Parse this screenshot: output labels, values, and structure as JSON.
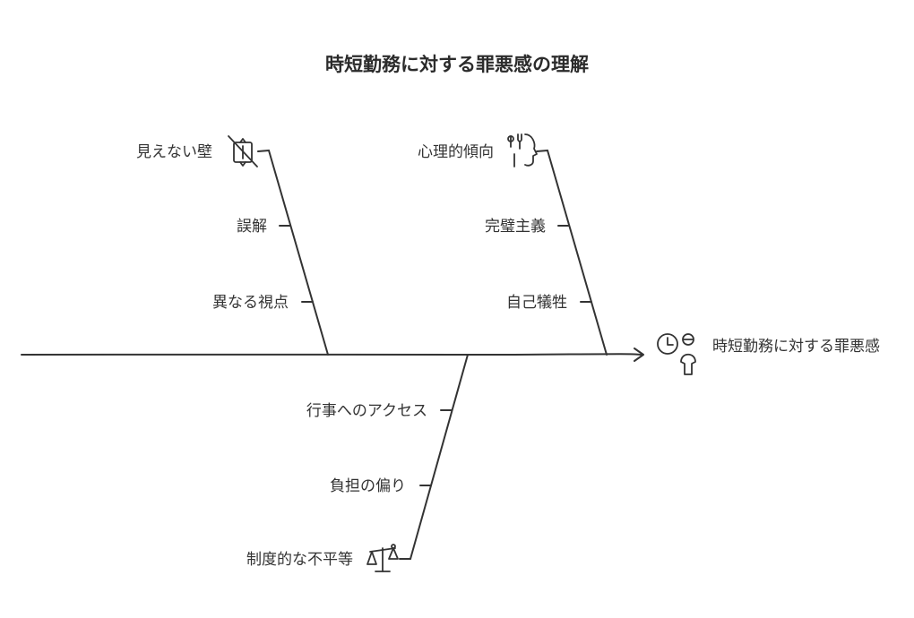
{
  "title": "時短勤務に対する罪悪感の理解",
  "effect": {
    "label": "時短勤務に対する罪悪感",
    "icon": "clock-person-icon"
  },
  "categories": [
    {
      "label": "見えない壁",
      "icon": "hidden-barrier-icon",
      "causes": [
        "誤解",
        "異なる視点"
      ]
    },
    {
      "label": "心理的傾向",
      "icon": "head-profile-icon",
      "causes": [
        "完璧主義",
        "自己犠牲"
      ]
    },
    {
      "label": "制度的な不平等",
      "icon": "balance-scale-icon",
      "causes": [
        "行事へのアクセス",
        "負担の偏り"
      ]
    }
  ],
  "colors": {
    "stroke": "#333333",
    "text": "#333333",
    "background": "#ffffff"
  }
}
